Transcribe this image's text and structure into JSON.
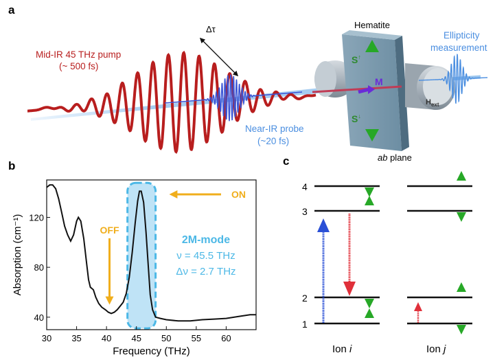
{
  "panel_a": {
    "label": "a",
    "pump_label_line1": "Mid-IR 45 THz pump",
    "pump_label_line2": "(~ 500 fs)",
    "delay_label": "Δτ",
    "sample_label": "Hematite",
    "probe_label_line1": "Near-IR probe",
    "probe_label_line2": "(~20 fs)",
    "measure_label_line1": "Ellipticity",
    "measure_label_line2": "measurement",
    "plane_label_italic": "ab",
    "plane_label_rest": " plane",
    "spin_up_label": "S",
    "spin_up_sup": "↑",
    "spin_down_label": "S",
    "spin_down_sup": "↓",
    "magnetization_label": "M",
    "field_label": "H",
    "field_sub": "ext",
    "colors": {
      "pump": "#b81e1e",
      "probe": "#3a55d6",
      "measure": "#4a8ee0",
      "beam": "#9cc6ee",
      "crystal": "#7f9eb2"
    }
  },
  "panel_b": {
    "label": "b",
    "mode_title": "2M-mode",
    "mode_freq": "ν = 45.5 THz",
    "mode_width": "Δν = 2.7 THz",
    "off_label": "OFF",
    "on_label": "ON",
    "colors": {
      "curve": "#111111",
      "highlight": "#4cb8e6",
      "highlight_fill": "#bfe3f6",
      "arrow": "#f0ae1c"
    }
  },
  "panel_c": {
    "label": "c",
    "levels": [
      "4",
      "3",
      "2",
      "1"
    ],
    "ion_i_label": "Ion ",
    "ion_i_italic": "i",
    "ion_j_label": "Ion ",
    "ion_j_italic": "j",
    "colors": {
      "absorb": "#2a4fd6",
      "emit": "#e0303a",
      "spin": "#1d9a1d"
    }
  },
  "chart_data": {
    "type": "line",
    "title": "",
    "xlabel": "Frequency (THz)",
    "ylabel": "Absorption (cm⁻¹)",
    "xlim": [
      30,
      65
    ],
    "ylim": [
      30,
      150
    ],
    "x_ticks": [
      30,
      35,
      40,
      45,
      50,
      55,
      60
    ],
    "y_ticks": [
      40,
      80,
      120
    ],
    "grid": false,
    "series": [
      {
        "name": "",
        "points": [
          [
            30.0,
            144
          ],
          [
            30.5,
            146
          ],
          [
            31.0,
            146
          ],
          [
            31.5,
            143
          ],
          [
            32.0,
            135
          ],
          [
            32.5,
            124
          ],
          [
            33.0,
            113
          ],
          [
            33.5,
            106
          ],
          [
            34.0,
            101
          ],
          [
            34.5,
            106
          ],
          [
            35.0,
            117
          ],
          [
            35.3,
            120
          ],
          [
            35.7,
            117
          ],
          [
            36.2,
            103
          ],
          [
            36.7,
            82
          ],
          [
            37.0,
            70
          ],
          [
            37.3,
            64
          ],
          [
            37.8,
            62
          ],
          [
            38.2,
            56
          ],
          [
            38.7,
            51
          ],
          [
            39.2,
            48
          ],
          [
            39.8,
            46
          ],
          [
            40.3,
            44
          ],
          [
            40.8,
            43
          ],
          [
            41.3,
            44
          ],
          [
            41.8,
            46
          ],
          [
            42.3,
            49
          ],
          [
            42.8,
            52
          ],
          [
            43.3,
            59
          ],
          [
            43.8,
            72
          ],
          [
            44.3,
            92
          ],
          [
            44.8,
            116
          ],
          [
            45.2,
            133
          ],
          [
            45.5,
            141
          ],
          [
            45.8,
            141
          ],
          [
            46.2,
            132
          ],
          [
            46.6,
            108
          ],
          [
            47.0,
            80
          ],
          [
            47.3,
            58
          ],
          [
            47.7,
            46
          ],
          [
            48.2,
            40
          ],
          [
            49.0,
            39
          ],
          [
            50.0,
            38
          ],
          [
            52.0,
            37
          ],
          [
            54.0,
            37
          ],
          [
            56.0,
            38
          ],
          [
            58.0,
            38.5
          ],
          [
            60.0,
            39
          ],
          [
            62.0,
            40.5
          ],
          [
            64.0,
            42
          ],
          [
            65.0,
            42
          ]
        ]
      }
    ],
    "highlight_band": {
      "x": [
        43.5,
        48.2
      ],
      "center": 45.5,
      "width": 2.7
    },
    "annotations": [
      {
        "text": "OFF",
        "x": 40.5
      },
      {
        "text": "ON",
        "x": 46.5
      }
    ]
  }
}
